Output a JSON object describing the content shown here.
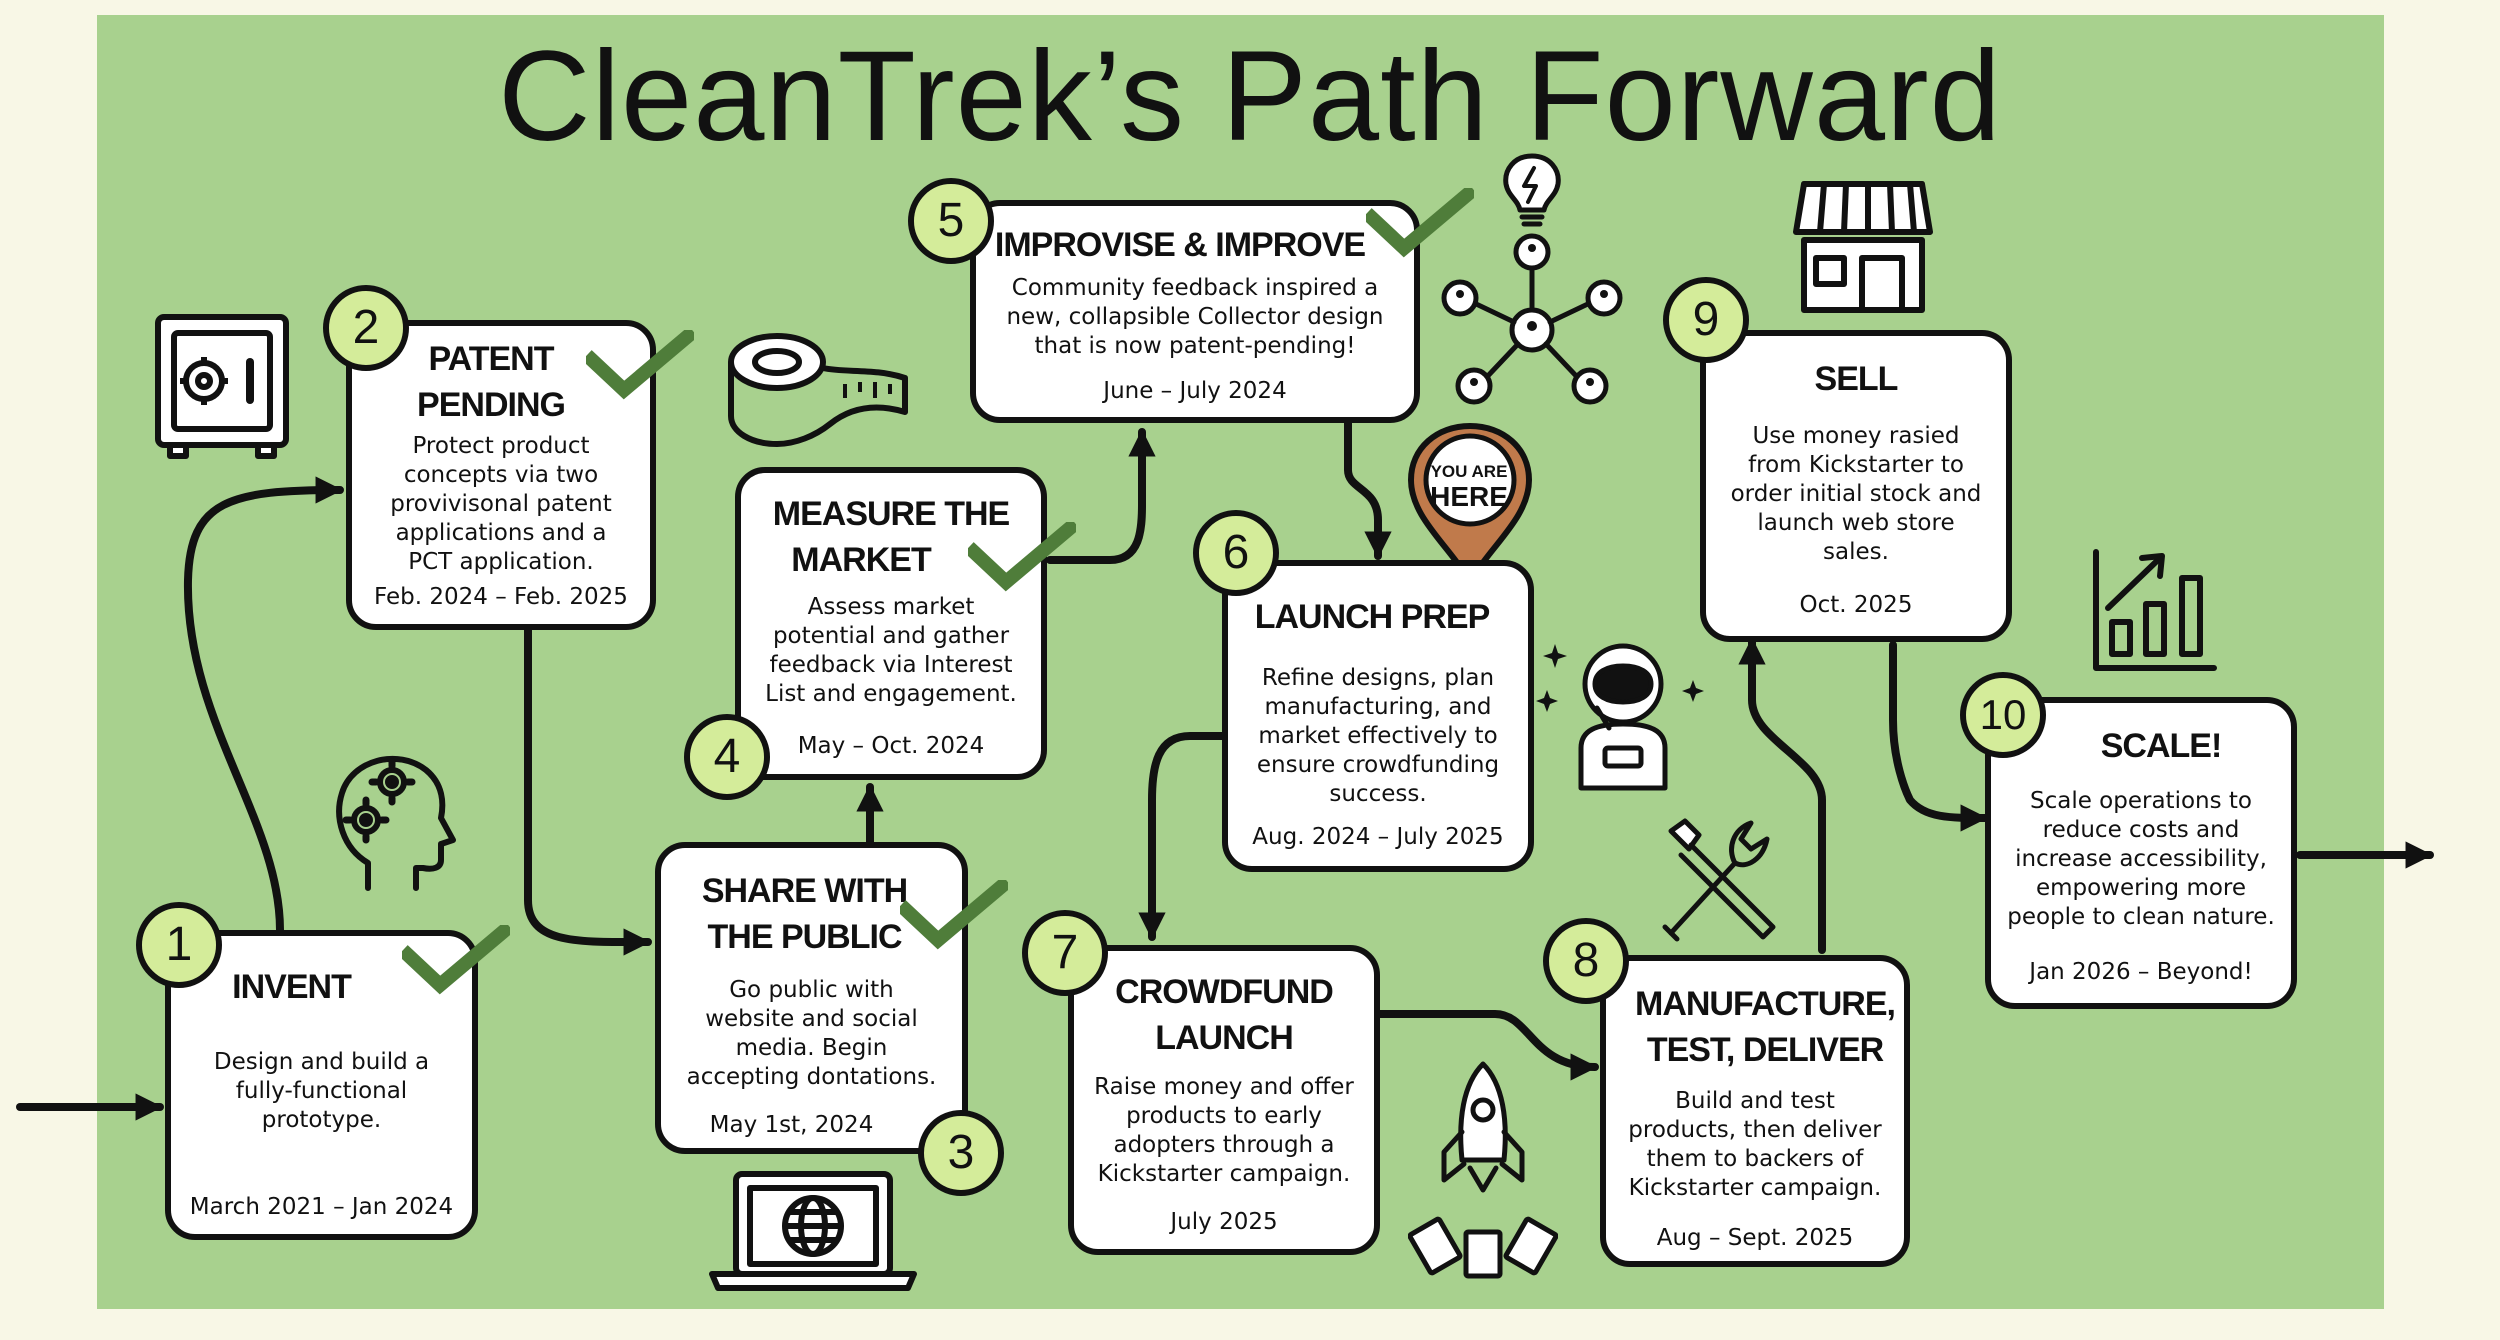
{
  "title": "CleanTrek’s Path Forward",
  "marker": {
    "line1": "YOU ARE",
    "line2": "HERE"
  },
  "steps": [
    {
      "number": "1",
      "title": [
        "INVENT"
      ],
      "description": [
        "Design and build a",
        "fully-functional",
        "prototype."
      ],
      "date": "March 2021 – Jan 2024",
      "completed": true
    },
    {
      "number": "2",
      "title": [
        "PATENT",
        "PENDING"
      ],
      "description": [
        "Protect product",
        "concepts via two",
        "provivisonal patent",
        "applications and a",
        "PCT application."
      ],
      "date": "Feb. 2024 – Feb. 2025",
      "completed": true
    },
    {
      "number": "3",
      "title": [
        "SHARE WITH",
        "THE PUBLIC"
      ],
      "description": [
        "Go public with",
        "website and social",
        "media. Begin",
        "accepting dontations."
      ],
      "date": "May 1st, 2024",
      "completed": true
    },
    {
      "number": "4",
      "title": [
        "MEASURE THE",
        "MARKET"
      ],
      "description": [
        "Assess market",
        "potential and gather",
        "feedback via Interest",
        "List and engagement."
      ],
      "date": "May – Oct. 2024",
      "completed": true
    },
    {
      "number": "5",
      "title": [
        "IMPROVISE & IMPROVE"
      ],
      "description": [
        "Community feedback inspired a",
        "new, collapsible Collector design",
        "that is now patent-pending!"
      ],
      "date": "June – July 2024",
      "completed": true
    },
    {
      "number": "6",
      "title": [
        "LAUNCH PREP"
      ],
      "description": [
        "Refine designs, plan",
        "manufacturing, and",
        "market effectively to",
        "ensure crowdfunding",
        "success."
      ],
      "date": "Aug. 2024 – July 2025",
      "completed": false
    },
    {
      "number": "7",
      "title": [
        "CROWDFUND",
        "LAUNCH"
      ],
      "description": [
        "Raise money and offer",
        "products to early",
        "adopters through a",
        "Kickstarter campaign."
      ],
      "date": "July 2025",
      "completed": false
    },
    {
      "number": "8",
      "title": [
        "MANUFACTURE,",
        "TEST, DELIVER"
      ],
      "description": [
        "Build and test",
        "products, then deliver",
        "them to backers of",
        "Kickstarter campaign."
      ],
      "date": "Aug – Sept. 2025",
      "completed": false
    },
    {
      "number": "9",
      "title": [
        "SELL"
      ],
      "description": [
        "Use money rasied",
        "from Kickstarter to",
        "order initial stock and",
        "launch web store",
        "sales."
      ],
      "date": "Oct. 2025",
      "completed": false
    },
    {
      "number": "10",
      "title": [
        "SCALE!"
      ],
      "description": [
        "Scale operations to",
        "reduce costs and",
        "increase accessibility,",
        "empowering more",
        "people to clean nature."
      ],
      "date": "Jan 2026 – Beyond!",
      "completed": false
    }
  ],
  "colors": {
    "background": "#a8d18e",
    "page": "#f8f7e6",
    "badge": "#d4ec9a",
    "check": "#4f7d3a",
    "marker": "#c07a4b"
  },
  "icons": [
    "safe-icon",
    "brain-gears-icon",
    "measuring-tape-icon",
    "laptop-globe-icon",
    "lightbulb-network-icon",
    "astronaut-icon",
    "rocket-money-icon",
    "wrench-screwdriver-icon",
    "storefront-icon",
    "growth-chart-icon",
    "location-pin-icon"
  ]
}
